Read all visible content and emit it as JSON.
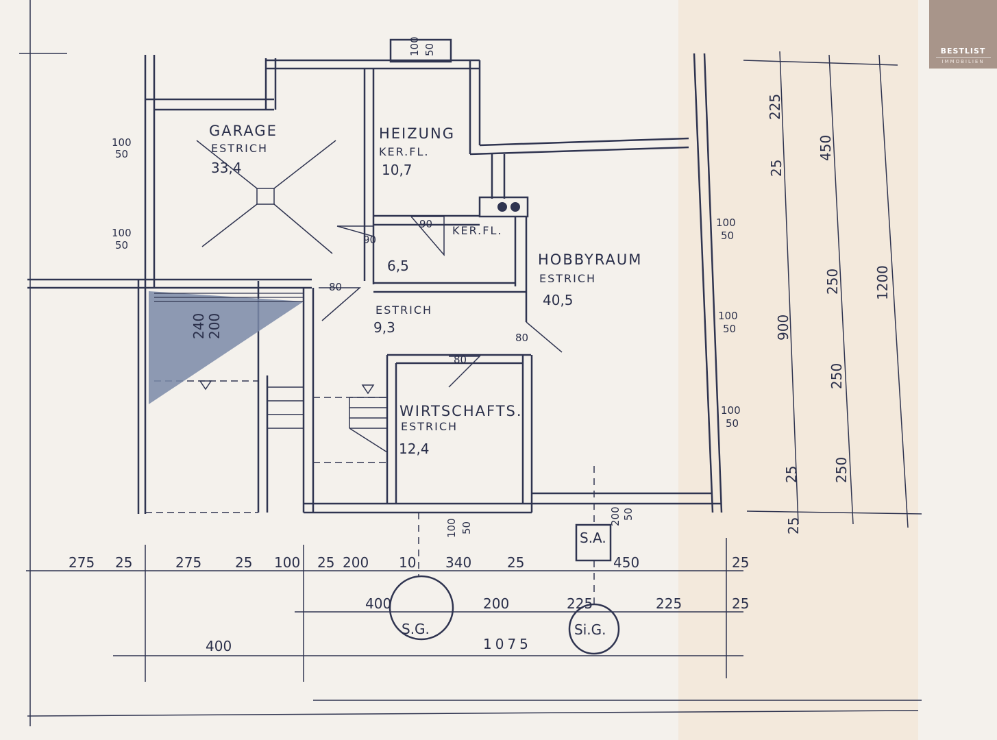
{
  "rooms": {
    "garage": {
      "name": "GARAGE",
      "floor": "ESTRICH",
      "area": "33,4"
    },
    "heizung": {
      "name": "HEIZUNG",
      "floor": "KER.FL.",
      "area": "10,7"
    },
    "kerfl": {
      "floor": "KER.FL.",
      "area": "6,5"
    },
    "hobby": {
      "name": "HOBBYRAUM",
      "floor": "ESTRICH",
      "area": "40,5"
    },
    "flur": {
      "floor": "ESTRICH",
      "area": "9,3"
    },
    "wirt": {
      "name": "WIRTSCHAFTS.",
      "floor": "ESTRICH",
      "area": "12,4"
    }
  },
  "fixtures": {
    "sa": "S.A.",
    "sg": "S.G.",
    "sig": "Si.G."
  },
  "openings": {
    "garage_w1": [
      "100",
      "50"
    ],
    "garage_w2": [
      "100",
      "50"
    ],
    "heizung_top": [
      "100",
      "50"
    ],
    "hobby_w1": [
      "100",
      "50"
    ],
    "hobby_w2": [
      "100",
      "50"
    ],
    "hobby_w3": [
      "100",
      "50"
    ],
    "wirt_bottom": [
      "100",
      "50"
    ],
    "sa_w": [
      "200",
      "50"
    ],
    "stair": [
      "240",
      "200"
    ],
    "door_90a": "90",
    "door_90b": "90",
    "door_80a": "80",
    "door_80b": "80",
    "door_80c": "80"
  },
  "dims": {
    "row1": [
      "275",
      "25",
      "275",
      "25",
      "100",
      "25",
      "200",
      "10",
      "340",
      "25",
      "450",
      "25"
    ],
    "row2": [
      "400",
      "200",
      "225",
      "225",
      "25"
    ],
    "row3": [
      "400",
      "1075"
    ],
    "right_inner": [
      "225",
      "25",
      "25",
      "25"
    ],
    "right_mid": [
      "450",
      "250",
      "250",
      "250"
    ],
    "right_900": "900",
    "right_total": "1200"
  },
  "logo": {
    "line1": "BESTLIST",
    "line2": "IMMOBILIEN"
  }
}
